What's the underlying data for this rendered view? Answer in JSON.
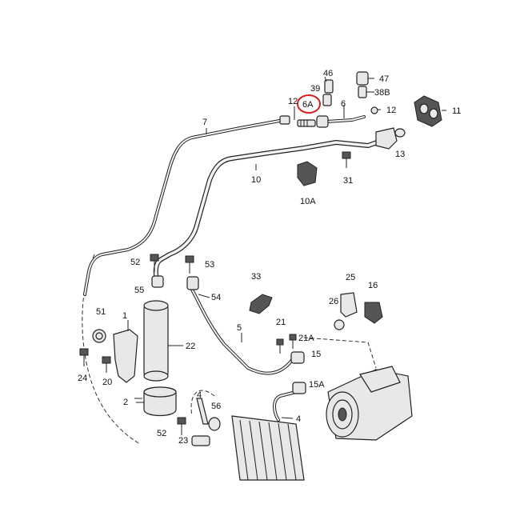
{
  "highlight_color": "#d62020",
  "parts": {
    "p1": "1",
    "p2": "2",
    "p4a": "4",
    "p4b": "4",
    "p5": "5",
    "p6": "6",
    "p6A": "6A",
    "p7": "7",
    "p10": "10",
    "p10A": "10A",
    "p11": "11",
    "p12a": "12",
    "p12b": "12",
    "p13": "13",
    "p15": "15",
    "p15A": "15A",
    "p16": "16",
    "p20": "20",
    "p21": "21",
    "p21A": "21A",
    "p22": "22",
    "p23": "23",
    "p24": "24",
    "p25": "25",
    "p26": "26",
    "p31": "31",
    "p33": "33",
    "p38B": "38B",
    "p39": "39",
    "p46": "46",
    "p47": "47",
    "p51": "51",
    "p52a": "52",
    "p52b": "52",
    "p53": "53",
    "p54": "54",
    "p55": "55",
    "p56": "56"
  }
}
